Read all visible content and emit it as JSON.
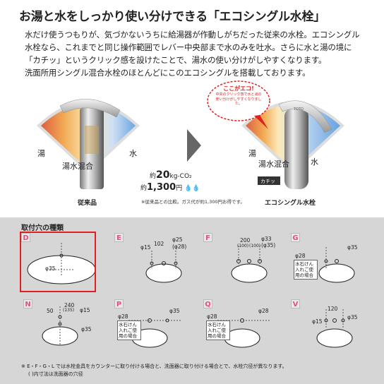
{
  "title": "お湯と水をしっかり使い分けできる「エコシングル水栓」",
  "description": [
    "水だけ使うつもりが、気づかないうちに給湯器が作動しがちだった従来の水栓。エコシングル",
    "水栓なら、これまでと同じ操作範囲でレバー中央部まで水のみを吐水。さらに水と湯の境に",
    "「カチッ」というクリック感を設けたことで、湯水の使い分けがしやすくなります。",
    "洗面所用シングル混合水栓のほとんどにこのエコシングルを搭載しております。"
  ],
  "hero": {
    "left_product": {
      "caption": "従来品",
      "hot": "湯",
      "mix": "湯水混合",
      "cold": "水"
    },
    "right_product": {
      "caption": "エコシングル水栓",
      "hot": "湯",
      "mix": "湯水混合",
      "cold": "水",
      "click": "カチッ",
      "brand": "TOTO"
    },
    "callout": {
      "title": "ここがエコ!",
      "body": "中央のクリック感で水と湯の使い分けがしやすくなりました。"
    },
    "saving_co2_prefix": "約",
    "saving_co2_value": "20",
    "saving_co2_unit": "kg-CO₂",
    "saving_yen_prefix": "約",
    "saving_yen_value": "1,300",
    "saving_yen_unit": "円",
    "note": "※従来品との比較。ガス代が約1,300円お得です。"
  },
  "panel": {
    "title": "取付穴の種類",
    "cells": [
      {
        "letter": "D",
        "labels": [
          "φ35"
        ]
      },
      {
        "letter": "E",
        "labels": [
          "φ15",
          "102",
          "φ25",
          "(φ28)"
        ]
      },
      {
        "letter": "F",
        "labels": [
          "200",
          "(100)",
          "(100)",
          "φ33",
          "(φ35)"
        ]
      },
      {
        "letter": "G",
        "labels": [
          "φ28",
          "φ35"
        ],
        "box": [
          "水石けん",
          "入れご使",
          "用の場合"
        ]
      },
      {
        "letter": "N",
        "labels": [
          "240",
          "50",
          "(135)",
          "φ15",
          "φ35"
        ]
      },
      {
        "letter": "P",
        "labels": [
          "φ28",
          "φ35"
        ],
        "box": [
          "水石けん",
          "入れご使",
          "用の場合"
        ]
      },
      {
        "letter": "Q",
        "labels": [
          "φ28",
          "φ28"
        ],
        "box": [
          "水石けん",
          "入れご使",
          "用の場合"
        ]
      },
      {
        "letter": "V",
        "labels": [
          "120",
          "φ15",
          "φ35"
        ]
      }
    ],
    "footnote1": "※ E・F・G・L では水栓金具をカウンターに取り付ける場合と、洗面器に取り付ける場合とで、水栓穴径が異なります。",
    "footnote2": "( )内寸法は洗面器の穴径"
  },
  "colors": {
    "hot": "#e8a030",
    "cold": "#5aa0e0",
    "accent_red": "#e02020",
    "letter_pink": "#e94b8a",
    "panel_bg": "#d6d6d6"
  }
}
